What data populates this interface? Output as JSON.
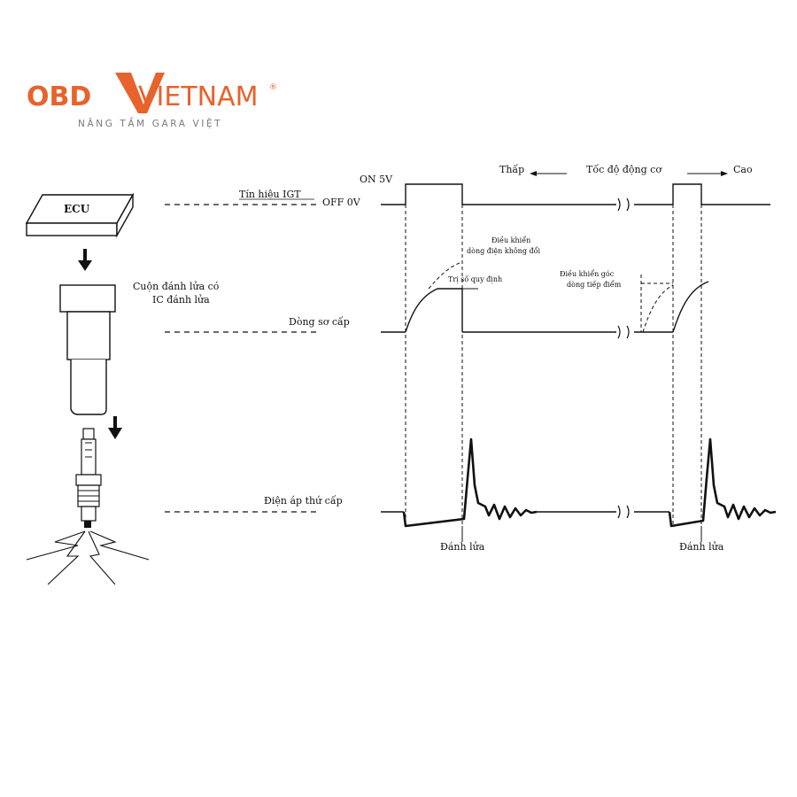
{
  "brand": {
    "name_part1": "OBD",
    "name_part2": "VIETNAM",
    "registered": "®",
    "tagline": "NÂNG TẦM GARA VIỆT",
    "color": "#e8622c"
  },
  "components": {
    "ecu": "ECU",
    "coil_line1": "Cuộn đánh lửa có",
    "coil_line2": "IC đánh lửa"
  },
  "signals": {
    "igt": "Tín hiệu IGT",
    "on_5v": "ON 5V",
    "off_0v": "OFF 0V",
    "primary_current": "Dòng sơ cấp",
    "secondary_voltage": "Điện áp thứ cấp"
  },
  "speed_axis": {
    "low": "Thấp",
    "label": "Tốc độ động cơ",
    "high": "Cao"
  },
  "annotations": {
    "constant_current_line1": "Điều khiển",
    "constant_current_line2": "dòng điện không đổi",
    "rated_value": "Trị số quy định",
    "dwell_line1": "Điều khiển góc",
    "dwell_line2": "dòng tiếp điểm",
    "ignition_1": "Đánh lửa",
    "ignition_2": "Đánh lửa"
  }
}
